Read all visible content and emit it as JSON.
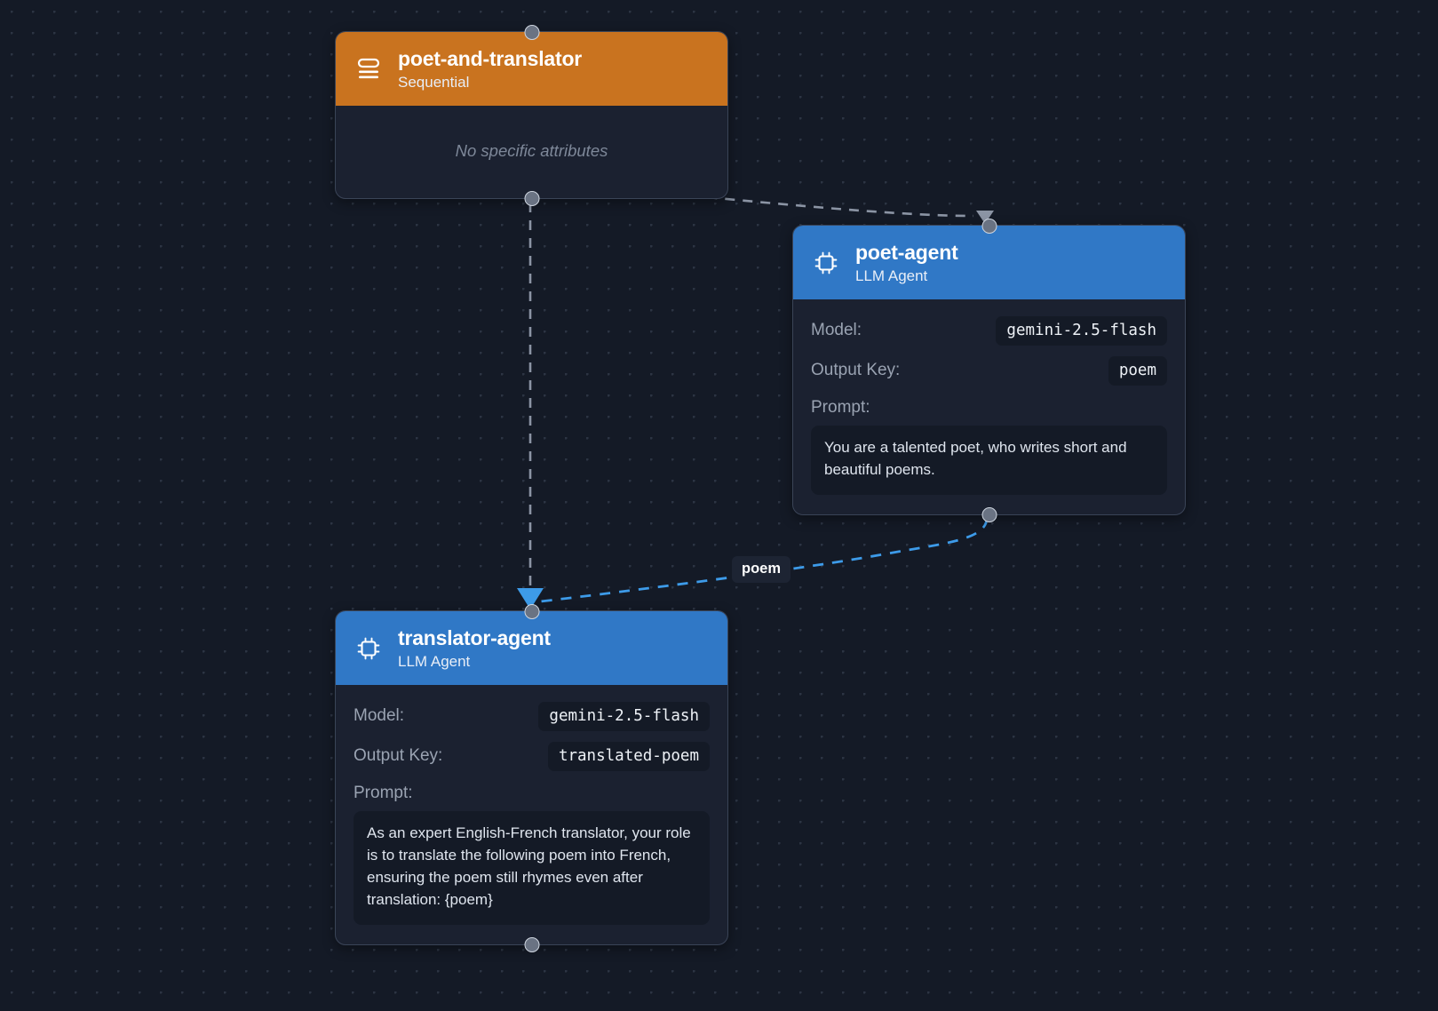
{
  "canvas": {
    "background_color": "#141a26",
    "dot_color": "#2c3443"
  },
  "nodes": [
    {
      "id": "poet-and-translator",
      "title": "poet-and-translator",
      "subtitle": "Sequential",
      "icon": "sequential-stack-icon",
      "header_color": "#c9731f",
      "empty_text": "No specific attributes"
    },
    {
      "id": "poet-agent",
      "title": "poet-agent",
      "subtitle": "LLM Agent",
      "icon": "cpu-chip-icon",
      "header_color": "#3078c6",
      "attributes": [
        {
          "label": "Model:",
          "value": "gemini-2.5-flash"
        },
        {
          "label": "Output Key:",
          "value": "poem"
        }
      ],
      "prompt_label": "Prompt:",
      "prompt": "You are a talented poet, who writes short and beautiful poems."
    },
    {
      "id": "translator-agent",
      "title": "translator-agent",
      "subtitle": "LLM Agent",
      "icon": "cpu-chip-icon",
      "header_color": "#3078c6",
      "attributes": [
        {
          "label": "Model:",
          "value": "gemini-2.5-flash"
        },
        {
          "label": "Output Key:",
          "value": "translated-poem"
        }
      ],
      "prompt_label": "Prompt:",
      "prompt": "As an expert English-French translator, your role is to translate the following poem into French, ensuring the poem still rhymes even after translation: {poem}"
    }
  ],
  "edges": [
    {
      "id": "seq-to-poet",
      "from": "poet-and-translator",
      "to": "poet-agent",
      "label": "",
      "color": "#8b94a4",
      "style": "dashed"
    },
    {
      "id": "seq-to-translator",
      "from": "poet-and-translator",
      "to": "translator-agent",
      "label": "",
      "color": "#8b94a4",
      "style": "dashed"
    },
    {
      "id": "poet-to-translator",
      "from": "poet-agent",
      "to": "translator-agent",
      "label": "poem",
      "color": "#3d9be9",
      "style": "dashed"
    }
  ]
}
